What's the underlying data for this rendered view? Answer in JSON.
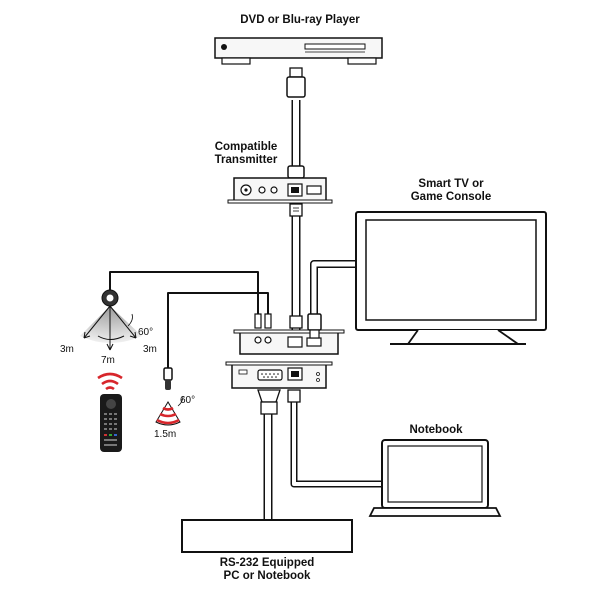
{
  "devices": {
    "player": {
      "line1": "DVD or Blu-ray Player"
    },
    "transmitter": {
      "line1": "Compatible",
      "line2": "Transmitter"
    },
    "tv": {
      "line1": "Smart TV or",
      "line2": "Game Console"
    },
    "notebook": {
      "line1": "Notebook"
    },
    "pc": {
      "line1": "RS-232 Equipped",
      "line2": "PC or Notebook"
    }
  },
  "ir_receiver": {
    "angle": "60°",
    "left_range": "3m",
    "center_range": "7m",
    "right_range": "3m"
  },
  "ir_blaster": {
    "angle": "60°",
    "range": "1.5m"
  },
  "colors": {
    "line": "#111111",
    "cable_fill": "#ffffff",
    "device_fill": "#f7f7f7",
    "ir_red": "#d7262b",
    "cone_gray": "#c9c9c9"
  }
}
